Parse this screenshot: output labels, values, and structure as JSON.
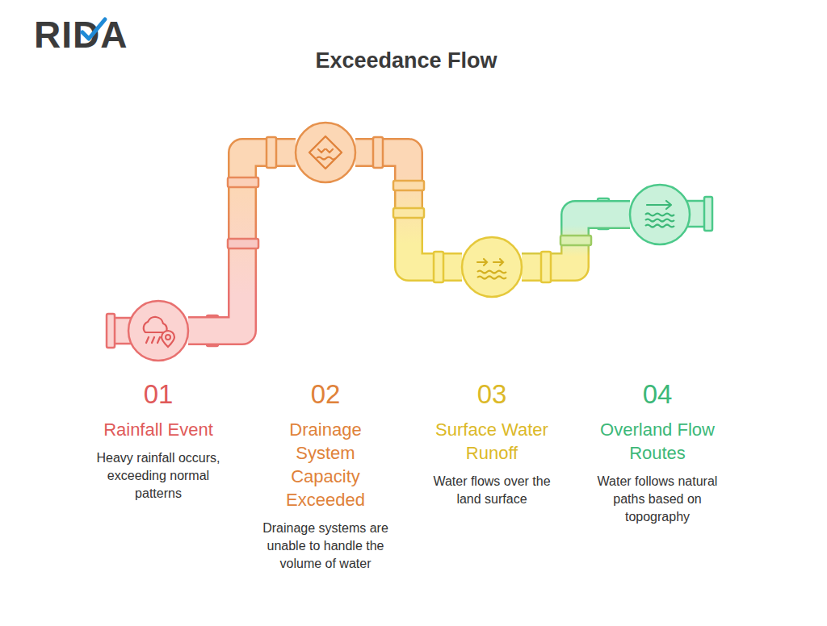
{
  "diagram": {
    "title": "Exceedance Flow",
    "nodes": [
      {
        "text": [
          "01",
          "Rainfall Event",
          "Heavy rainfall occurs, exceeding normal patterns"
        ]
      },
      {
        "text": [
          "02",
          "Drainage System Capacity Exceeded",
          "Drainage systems are unable to handle the volume of water"
        ]
      },
      {
        "text": [
          "03",
          "Surface Water Runoff",
          "Water flows over the land surface"
        ]
      },
      {
        "text": [
          "04",
          "Overland Flow Routes",
          "Water follows natural paths based on topography"
        ]
      }
    ],
    "edges": [
      {
        "from": 0,
        "to": 1,
        "arrow": "none"
      },
      {
        "from": 1,
        "to": 2,
        "arrow": "none"
      },
      {
        "from": 2,
        "to": 3,
        "arrow": "none"
      }
    ],
    "labels": [
      "RIDA"
    ]
  }
}
